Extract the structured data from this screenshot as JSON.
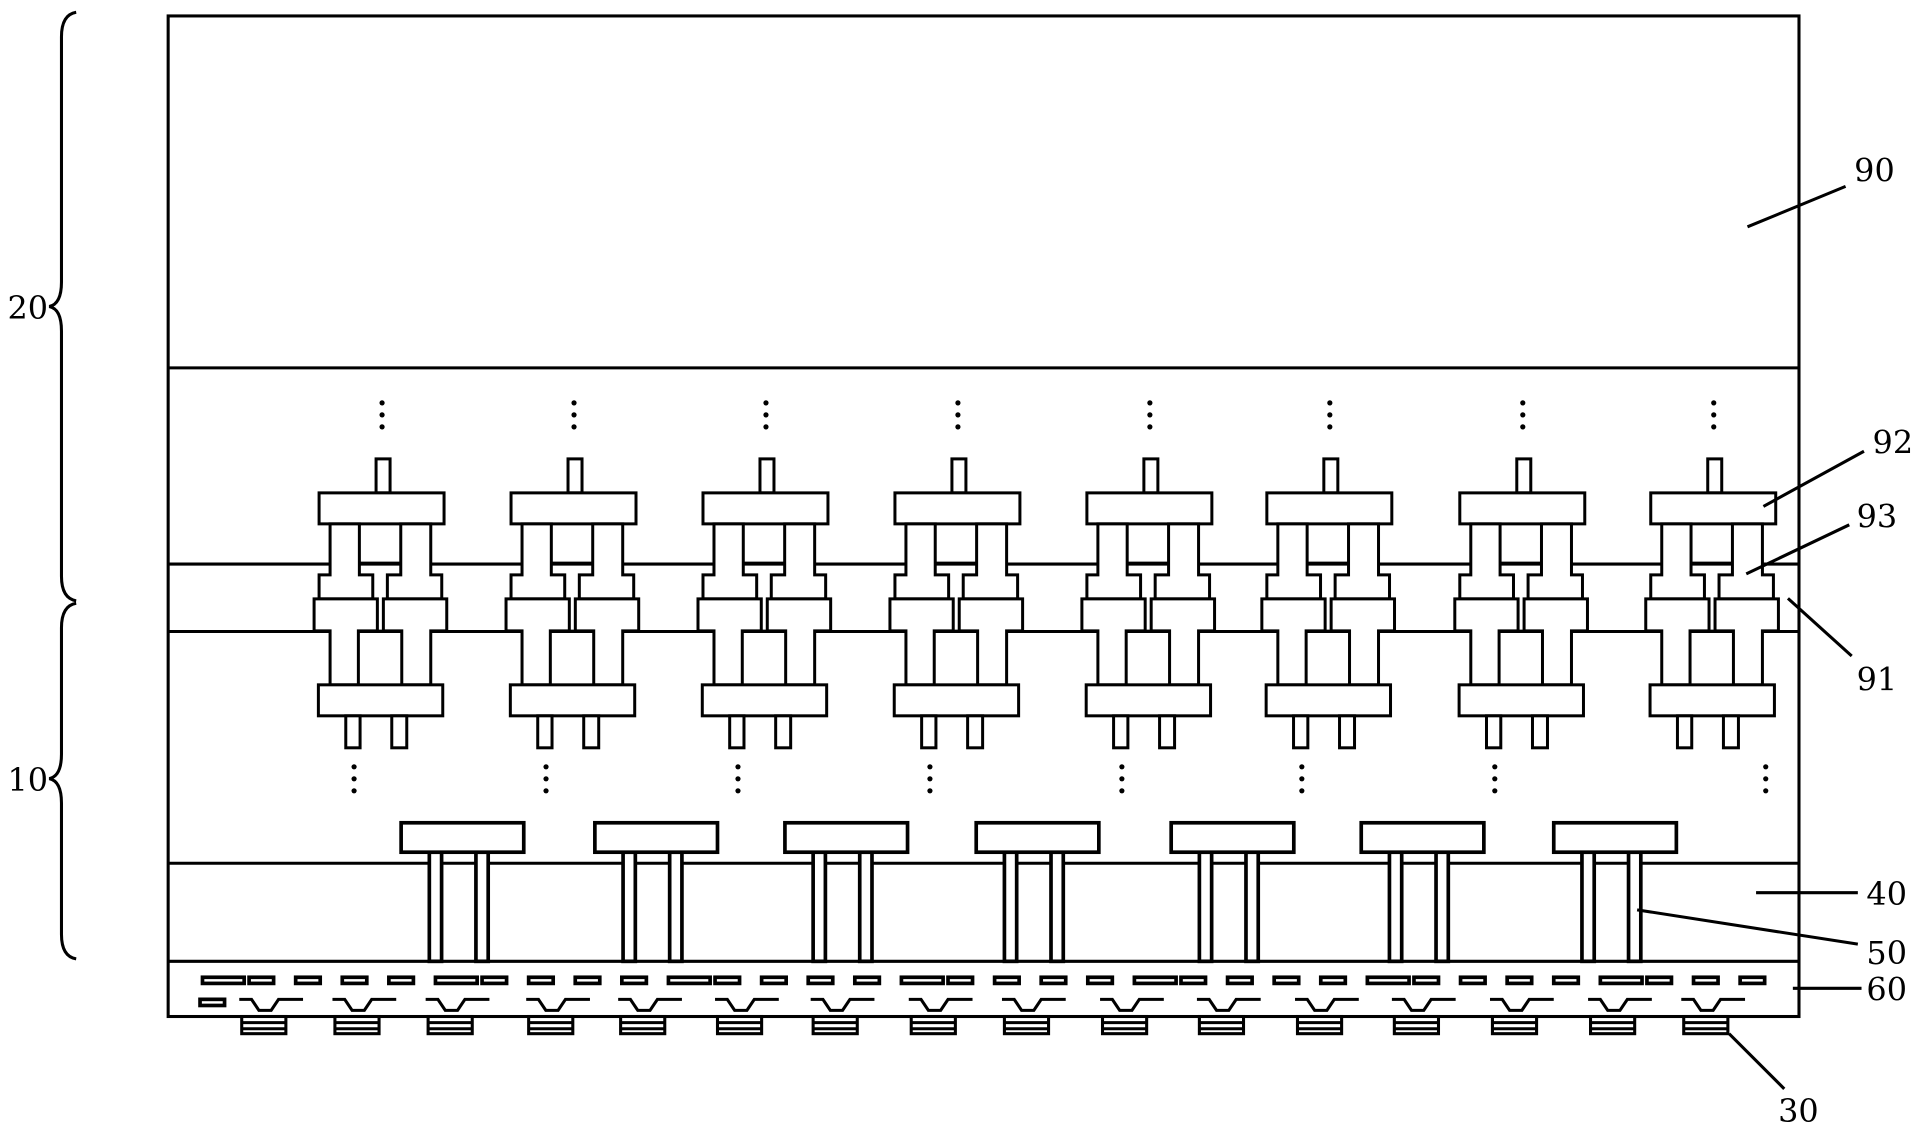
{
  "labels": {
    "l90": "90",
    "l92": "92",
    "l93": "93",
    "l91": "91",
    "l40": "40",
    "l50": "50",
    "l60": "60",
    "l30": "30",
    "l20": "20",
    "l10": "10"
  },
  "structure": {
    "stacked_units": 8,
    "via_plates": 7,
    "bottom_pads": 16
  }
}
